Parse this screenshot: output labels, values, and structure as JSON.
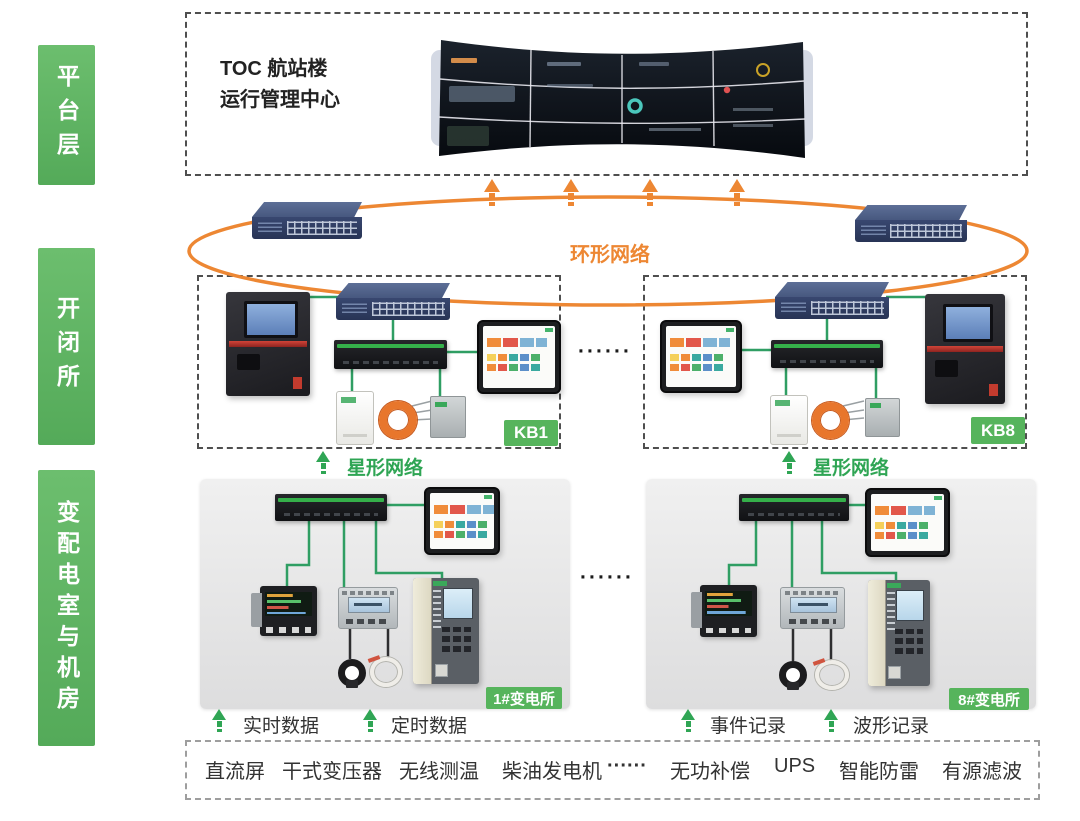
{
  "sidebar": {
    "platform": "平台层",
    "switching_station": "开闭所",
    "distribution_room": "变配电室与机房"
  },
  "platform_box": {
    "title_line1": "TOC 航站楼",
    "title_line2": "运行管理中心"
  },
  "networks": {
    "ring_label": "环形网络",
    "star_label_left": "星形网络",
    "star_label_right": "星形网络"
  },
  "stations": {
    "kb1_badge": "KB1",
    "kb8_badge": "KB8",
    "sub1_badge": "1#变电所",
    "sub8_badge": "8#变电所",
    "kb_ellipsis": "······",
    "sub_ellipsis": "······"
  },
  "data_flows": {
    "realtime": "实时数据",
    "scheduled": "定时数据",
    "event": "事件记录",
    "waveform": "波形记录"
  },
  "equipment": {
    "items": [
      "直流屏",
      "干式变压器",
      "无线测温",
      "柴油发电机",
      "······",
      "无功补偿",
      "UPS",
      "智能防雷",
      "有源滤波"
    ]
  },
  "colors": {
    "accent_green": "#56b45c",
    "label_green": "#2fa554",
    "wire_green": "#2f9e63",
    "accent_orange": "#ed8733",
    "switch_navy": "#384770"
  }
}
